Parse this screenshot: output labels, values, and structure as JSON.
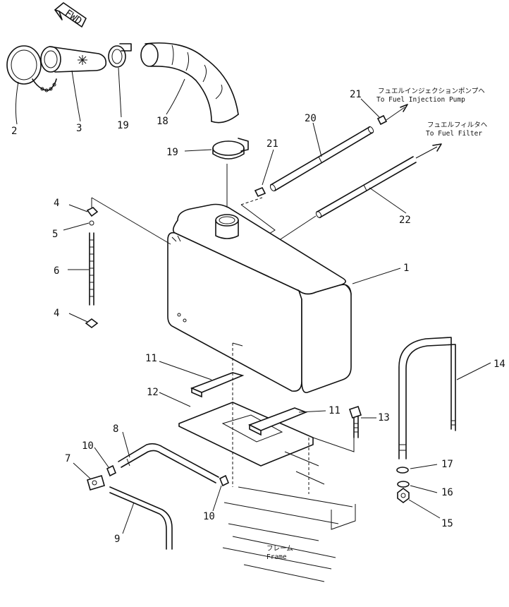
{
  "fwd_label": "FWD",
  "callouts": [
    {
      "id": "c1",
      "text": "1"
    },
    {
      "id": "c2",
      "text": "2"
    },
    {
      "id": "c3",
      "text": "3"
    },
    {
      "id": "c4a",
      "text": "4"
    },
    {
      "id": "c4b",
      "text": "4"
    },
    {
      "id": "c5",
      "text": "5"
    },
    {
      "id": "c6",
      "text": "6"
    },
    {
      "id": "c7",
      "text": "7"
    },
    {
      "id": "c8",
      "text": "8"
    },
    {
      "id": "c9",
      "text": "9"
    },
    {
      "id": "c10a",
      "text": "10"
    },
    {
      "id": "c10b",
      "text": "10"
    },
    {
      "id": "c11a",
      "text": "11"
    },
    {
      "id": "c11b",
      "text": "11"
    },
    {
      "id": "c12",
      "text": "12"
    },
    {
      "id": "c13",
      "text": "13"
    },
    {
      "id": "c14",
      "text": "14"
    },
    {
      "id": "c15",
      "text": "15"
    },
    {
      "id": "c16",
      "text": "16"
    },
    {
      "id": "c17",
      "text": "17"
    },
    {
      "id": "c18",
      "text": "18"
    },
    {
      "id": "c19a",
      "text": "19"
    },
    {
      "id": "c19b",
      "text": "19"
    },
    {
      "id": "c20",
      "text": "20"
    },
    {
      "id": "c21a",
      "text": "21"
    },
    {
      "id": "c21b",
      "text": "21"
    },
    {
      "id": "c22",
      "text": "22"
    }
  ],
  "notes": {
    "injection_pump_jp": "フュエルインジェクションポンプヘ",
    "injection_pump_en": "To Fuel Injection Pump",
    "fuel_filter_jp": "フュエルフィルタヘ",
    "fuel_filter_en": "To Fuel Filter",
    "frame_jp": "フレーム",
    "frame_en": "Frame"
  }
}
